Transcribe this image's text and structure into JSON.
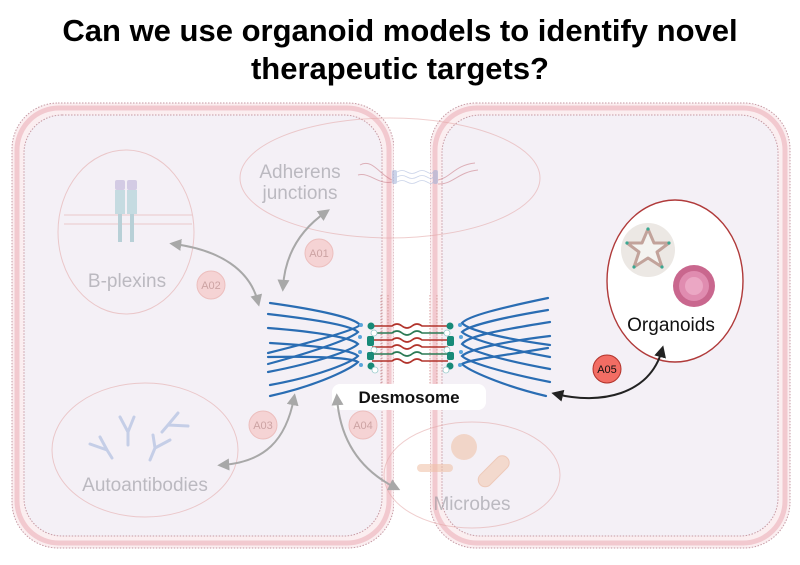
{
  "title": {
    "line1": "Can we use organoid models to identify novel",
    "line2": "therapeutic targets?"
  },
  "center": {
    "label": "Desmosome"
  },
  "nodes": [
    {
      "id": "adherens",
      "label_line1": "Adherens",
      "label_line2": "junctions",
      "link": "A01",
      "active": false
    },
    {
      "id": "bplexins",
      "label": "B-plexins",
      "link": "A02",
      "active": false
    },
    {
      "id": "autoantibodies",
      "label": "Autoantibodies",
      "link": "A03",
      "active": false
    },
    {
      "id": "microbes",
      "label": "Microbes",
      "link": "A04",
      "active": false
    },
    {
      "id": "organoids",
      "label": "Organoids",
      "link": "A05",
      "active": true
    }
  ],
  "colors": {
    "cell_fill": "#f4f0f6",
    "membrane": "#b88a96",
    "ellipse_faded": "#e3a6a6",
    "ellipse_active": "#b03a3a",
    "badge_faded": "#f6c5c2",
    "badge_active": "#f26d64",
    "keratin_blue": "#2a6db3",
    "cadherin_red": "#b2332b",
    "cadherin_green": "#2b7a55",
    "plaque_teal": "#178a78",
    "arrow_faded": "#a8a8a8",
    "arrow_active": "#222222",
    "faded_text": "#a3a3a8"
  }
}
